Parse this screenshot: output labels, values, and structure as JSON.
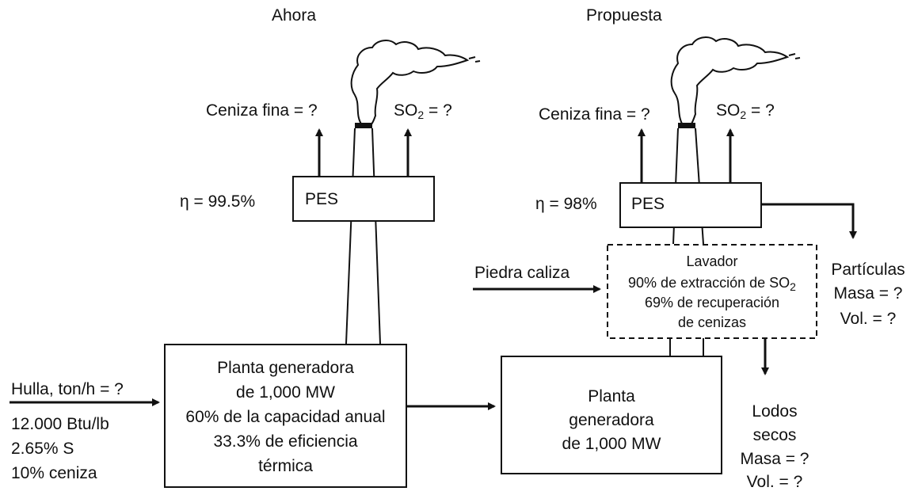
{
  "left": {
    "title": "Ahora",
    "ash_out": "Ceniza fina = ?",
    "so2_main": "SO",
    "so2_sub": "2",
    "so2_tail": " = ?",
    "eta": "η = 99.5%",
    "pes": "PES",
    "coal": {
      "label": "Hulla, ton/h = ?",
      "lines": [
        "12.000 Btu/lb",
        "2.65% S",
        "10% ceniza"
      ]
    },
    "plant": [
      "Planta generadora",
      "de 1,000 MW",
      "60% de la capacidad anual",
      "33.3% de eficiencia",
      "térmica"
    ]
  },
  "right": {
    "title": "Propuesta",
    "ash_out": "Ceniza fina = ?",
    "so2_main": "SO",
    "so2_sub": "2",
    "so2_tail": " = ?",
    "eta": "η = 98%",
    "pes": "PES",
    "limestone": "Piedra caliza",
    "scrubber": {
      "title": "Lavador",
      "line1_main": "90% de extracción de SO",
      "line1_sub": "2",
      "line2": "69% de recuperación",
      "line3": "de cenizas"
    },
    "particles": [
      "Partículas",
      "Masa = ?",
      "Vol. = ?"
    ],
    "sludge": [
      "Lodos",
      "secos",
      "Masa = ?",
      "Vol. = ?"
    ],
    "plant": [
      "Planta",
      "generadora",
      "de 1,000 MW"
    ]
  },
  "colors": {
    "ink": "#111111",
    "background": "#ffffff"
  }
}
